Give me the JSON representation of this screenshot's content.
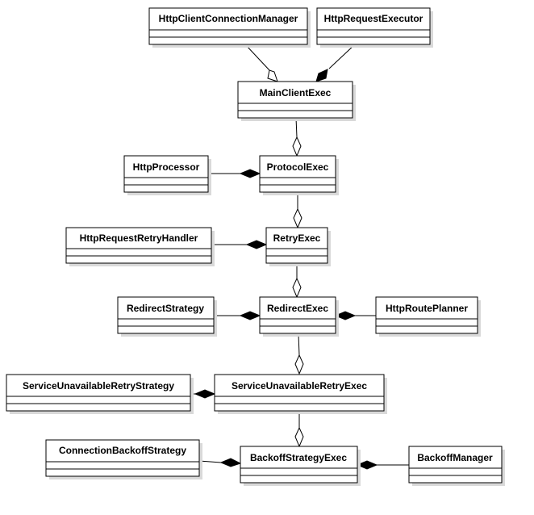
{
  "diagram": {
    "classes": {
      "http_client_connection_manager": "HttpClientConnectionManager",
      "http_request_executor": "HttpRequestExecutor",
      "main_client_exec": "MainClientExec",
      "http_processor": "HttpProcessor",
      "protocol_exec": "ProtocolExec",
      "http_request_retry_handler": "HttpRequestRetryHandler",
      "retry_exec": "RetryExec",
      "redirect_strategy": "RedirectStrategy",
      "redirect_exec": "RedirectExec",
      "http_route_planner": "HttpRoutePlanner",
      "service_unavailable_retry_strategy": "ServiceUnavailableRetryStrategy",
      "service_unavailable_retry_exec": "ServiceUnavailableRetryExec",
      "connection_backoff_strategy": "ConnectionBackoffStrategy",
      "backoff_strategy_exec": "BackoffStrategyExec",
      "backoff_manager": "BackoffManager"
    },
    "relations": [
      {
        "from": "http_client_connection_manager",
        "to": "main_client_exec",
        "kind": "aggregation"
      },
      {
        "from": "http_request_executor",
        "to": "main_client_exec",
        "kind": "composition"
      },
      {
        "from": "main_client_exec",
        "to": "protocol_exec",
        "kind": "aggregation"
      },
      {
        "from": "http_processor",
        "to": "protocol_exec",
        "kind": "composition"
      },
      {
        "from": "protocol_exec",
        "to": "retry_exec",
        "kind": "aggregation"
      },
      {
        "from": "http_request_retry_handler",
        "to": "retry_exec",
        "kind": "composition"
      },
      {
        "from": "retry_exec",
        "to": "redirect_exec",
        "kind": "aggregation"
      },
      {
        "from": "redirect_strategy",
        "to": "redirect_exec",
        "kind": "composition"
      },
      {
        "from": "http_route_planner",
        "to": "redirect_exec",
        "kind": "composition"
      },
      {
        "from": "redirect_exec",
        "to": "service_unavailable_retry_exec",
        "kind": "aggregation"
      },
      {
        "from": "service_unavailable_retry_strategy",
        "to": "service_unavailable_retry_exec",
        "kind": "composition"
      },
      {
        "from": "service_unavailable_retry_exec",
        "to": "backoff_strategy_exec",
        "kind": "aggregation"
      },
      {
        "from": "connection_backoff_strategy",
        "to": "backoff_strategy_exec",
        "kind": "composition"
      },
      {
        "from": "backoff_manager",
        "to": "backoff_strategy_exec",
        "kind": "composition"
      }
    ]
  }
}
